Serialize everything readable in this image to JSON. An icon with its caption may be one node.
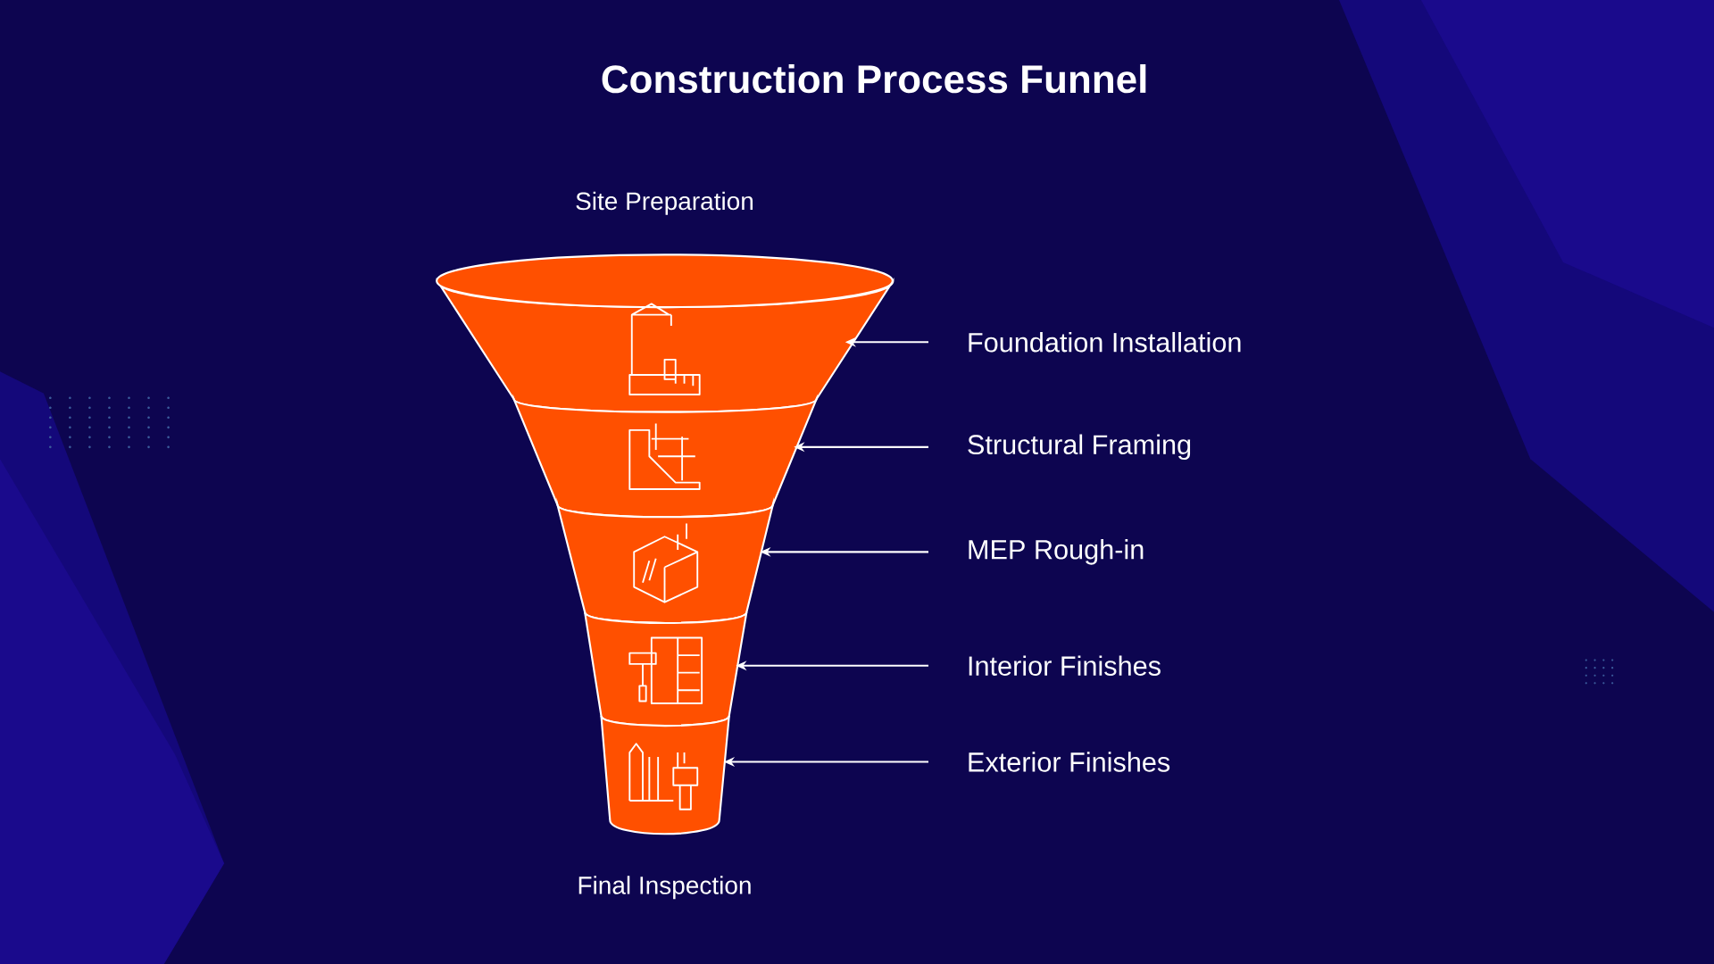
{
  "diagram": {
    "title": "Construction Process Funnel",
    "nodes": [
      {
        "text": [],
        "shape": "band"
      },
      {
        "text": [],
        "shape": "band"
      },
      {
        "text": [],
        "shape": "band"
      },
      {
        "text": [],
        "shape": "band"
      },
      {
        "text": [],
        "shape": "band"
      },
      {
        "text": [
          "Foundation Installation"
        ]
      },
      {
        "text": [
          "Structural Framing"
        ]
      },
      {
        "text": [
          "MEP Rough-in"
        ]
      },
      {
        "text": [
          "Interior Finishes"
        ]
      },
      {
        "text": [
          "Exterior Finishes"
        ]
      }
    ],
    "edges": [
      {
        "from": 5,
        "to": 0,
        "arrow": "to"
      },
      {
        "from": 6,
        "to": 1,
        "arrow": "to"
      },
      {
        "from": 7,
        "to": 2,
        "arrow": "to"
      },
      {
        "from": 8,
        "to": 3,
        "arrow": "to"
      },
      {
        "from": 9,
        "to": 4,
        "arrow": "to"
      }
    ],
    "labels": [
      "Site Preparation",
      "Final Inspection"
    ]
  }
}
